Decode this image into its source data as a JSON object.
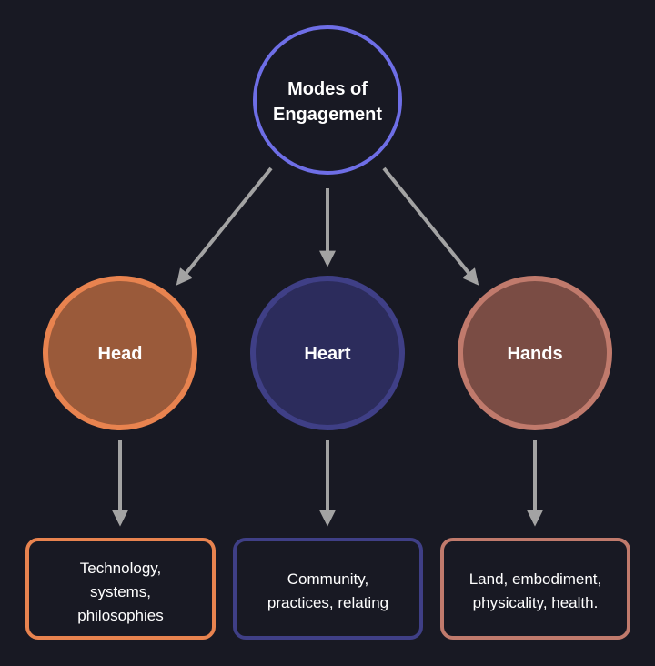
{
  "root": {
    "line1": "Modes of",
    "line2": "Engagement",
    "stroke_color": "#6e6ee6"
  },
  "modes": [
    {
      "title": "Head",
      "fill_color": "#9a5a3a",
      "stroke_color": "#e8834f",
      "description_lines": [
        "Technology,",
        "systems,",
        "philosophies"
      ]
    },
    {
      "title": "Heart",
      "fill_color": "#2c2c5c",
      "stroke_color": "#3f3f86",
      "description_lines": [
        "Community,",
        "practices, relating"
      ]
    },
    {
      "title": "Hands",
      "fill_color": "#7a4c44",
      "stroke_color": "#c07a6c",
      "description_lines": [
        "Land, embodiment,",
        "physicality, health."
      ]
    }
  ],
  "arrow_color": "#a3a3a3"
}
